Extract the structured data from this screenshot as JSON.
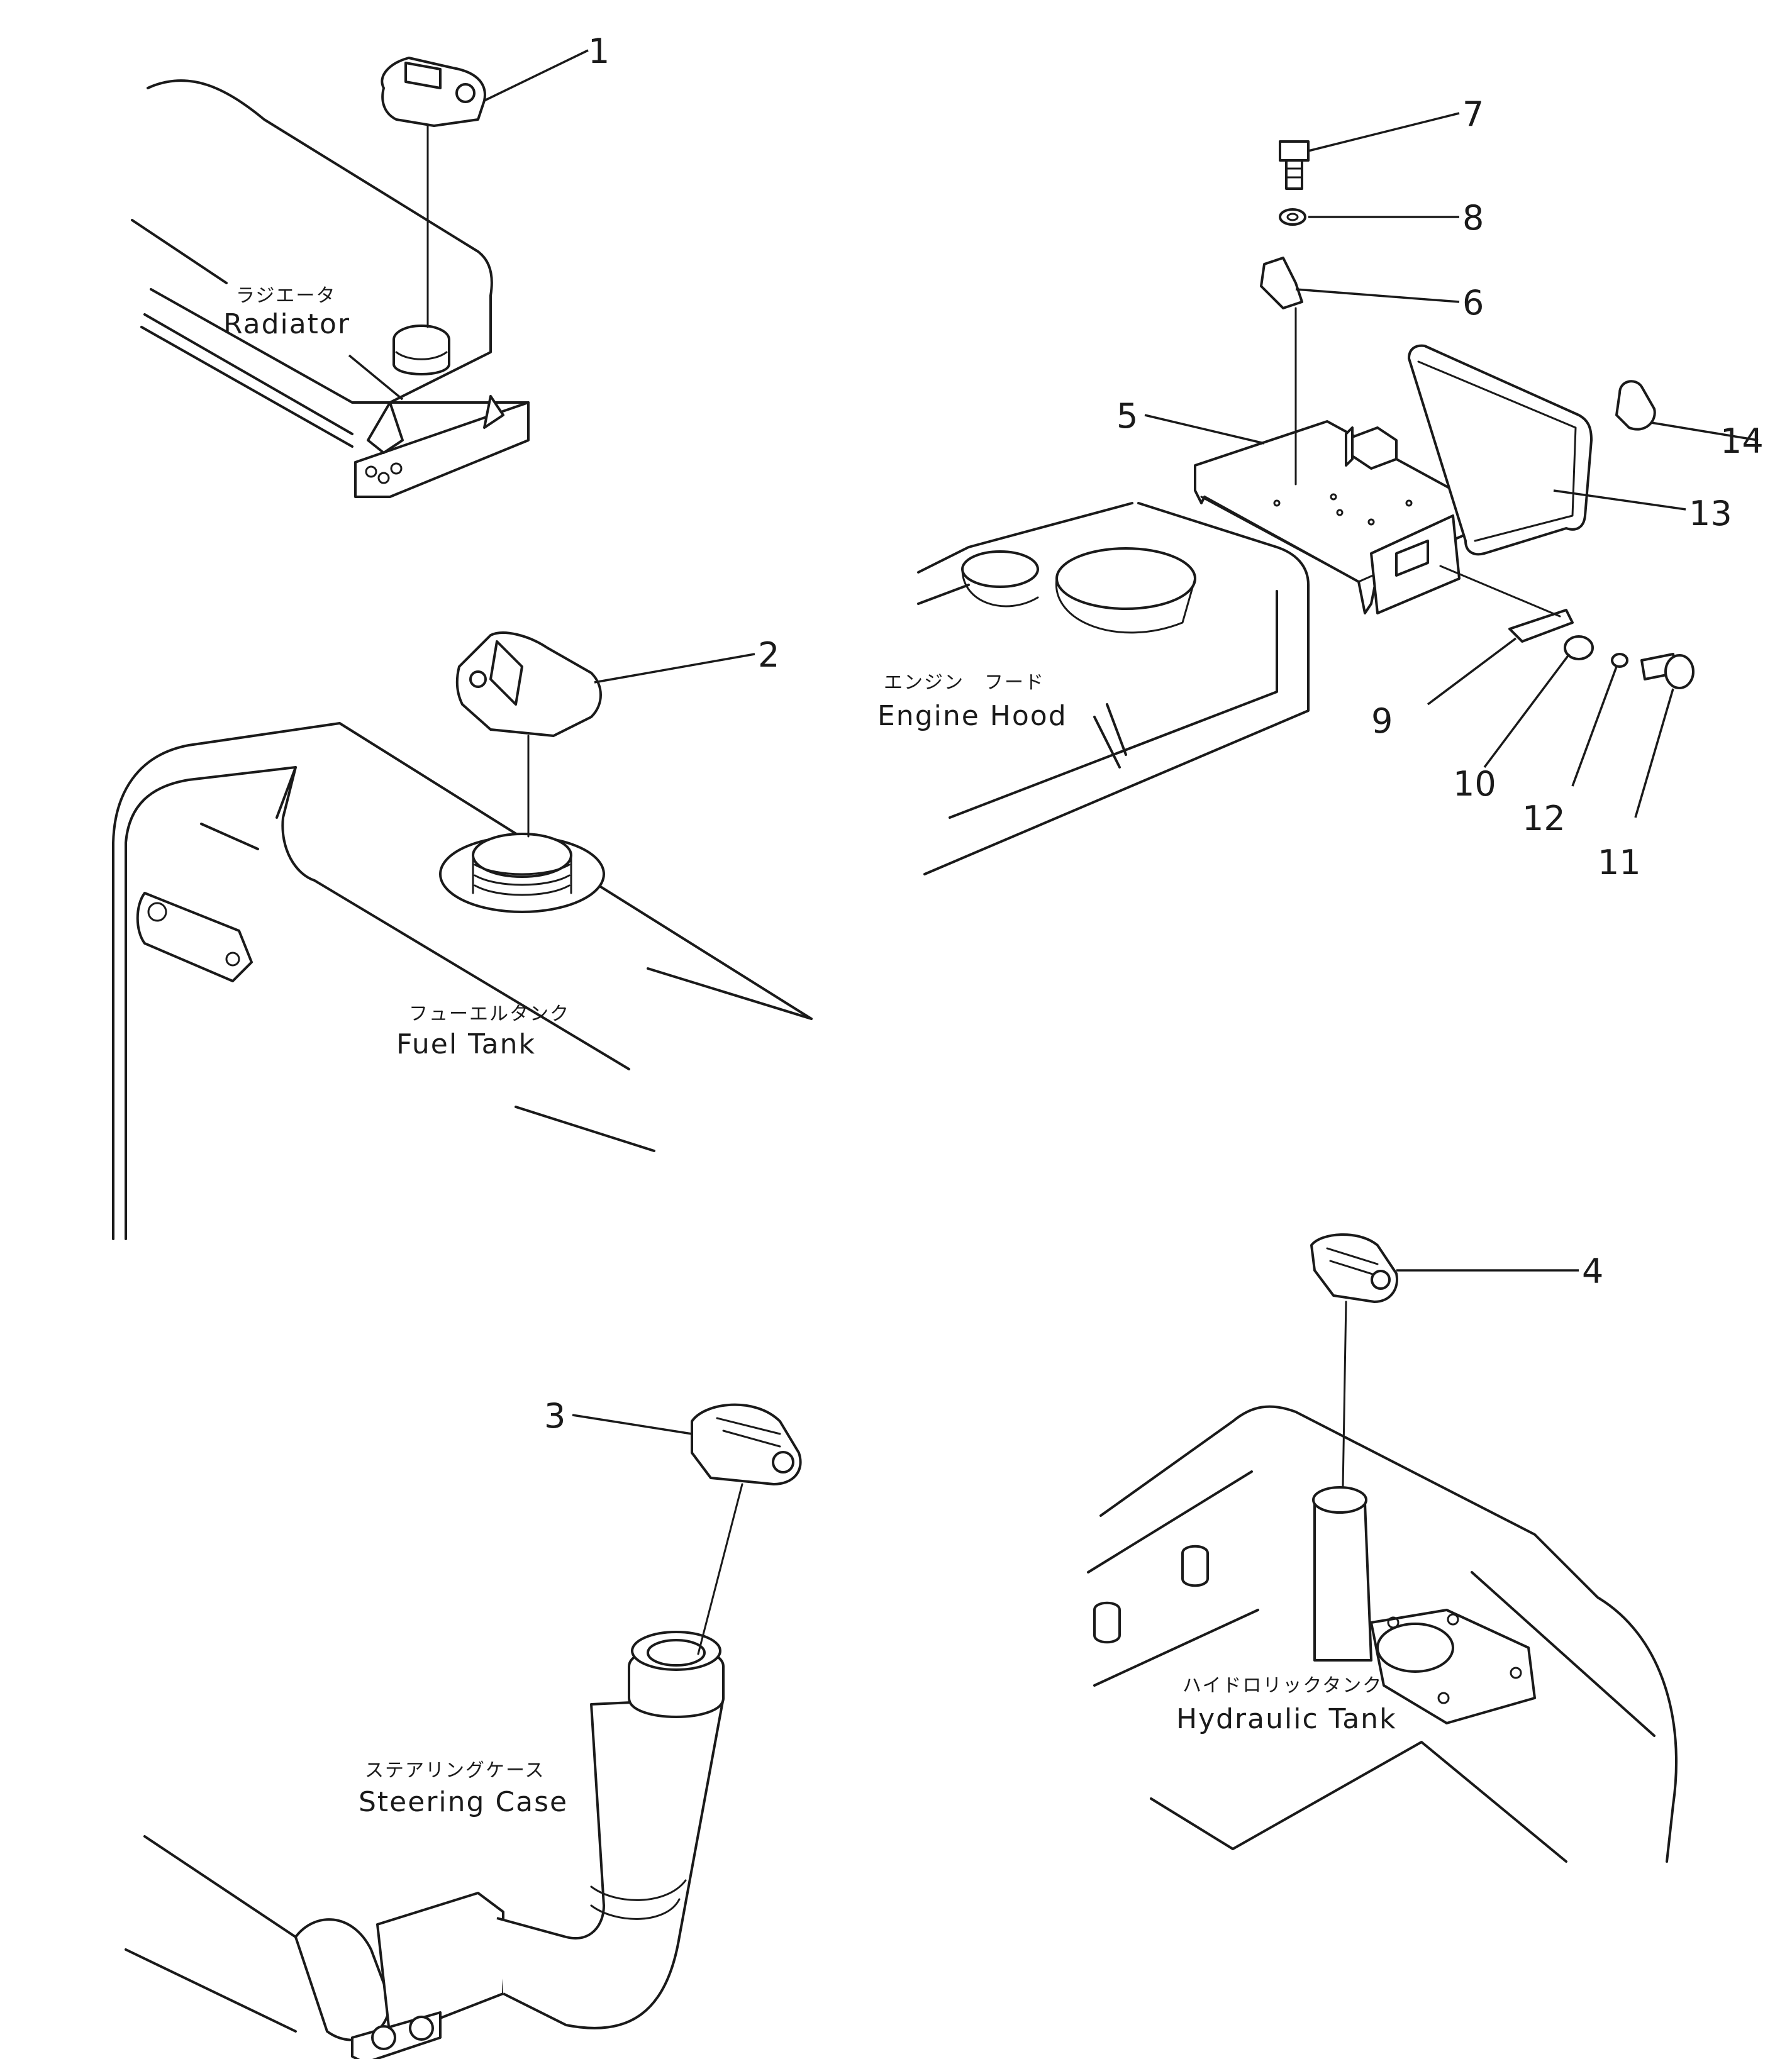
{
  "components": {
    "radiator": {
      "label_jp": "ラジエータ",
      "label_en": "Radiator"
    },
    "fuel_tank": {
      "label_jp": "フューエルタンク",
      "label_en": "Fuel Tank"
    },
    "engine_hood": {
      "label_jp": "エンジン　フード",
      "label_en": "Engine Hood"
    },
    "steering_case": {
      "label_jp": "ステアリングケース",
      "label_en": "Steering Case"
    },
    "hydraulic_tank": {
      "label_jp": "ハイドロリックタンク",
      "label_en": "Hydraulic Tank"
    }
  },
  "callouts": {
    "c1": "1",
    "c2": "2",
    "c3": "3",
    "c4": "4",
    "c5": "5",
    "c6": "6",
    "c7": "7",
    "c8": "8",
    "c9": "9",
    "c10": "10",
    "c11": "11",
    "c12": "12",
    "c13": "13",
    "c14": "14"
  }
}
